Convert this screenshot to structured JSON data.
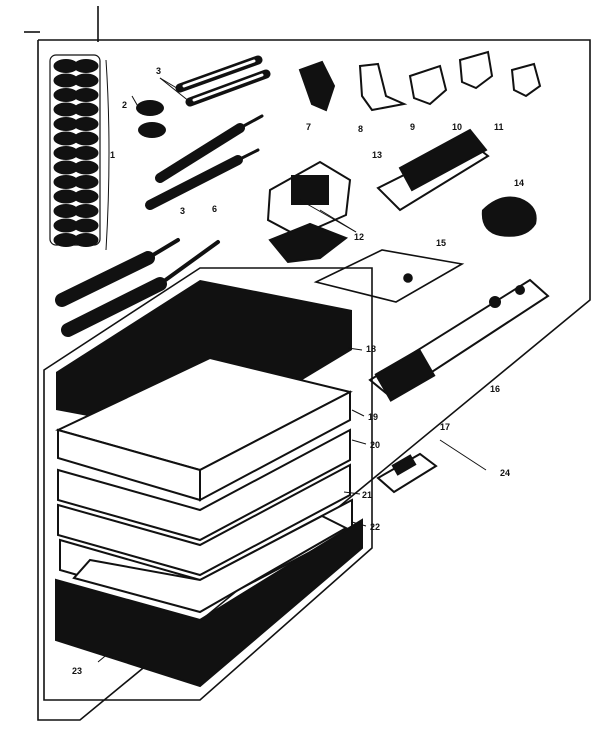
{
  "diagram": {
    "labels": [
      "1",
      "2",
      "3",
      "3",
      "6",
      "7",
      "8",
      "9",
      "10",
      "11",
      "12",
      "13",
      "14",
      "15",
      "16",
      "17",
      "18",
      "19",
      "20",
      "21",
      "22",
      "23",
      "24"
    ],
    "colors": {
      "ink": "#111111",
      "paper": "#ffffff",
      "shade": "#2a2a2a"
    }
  }
}
